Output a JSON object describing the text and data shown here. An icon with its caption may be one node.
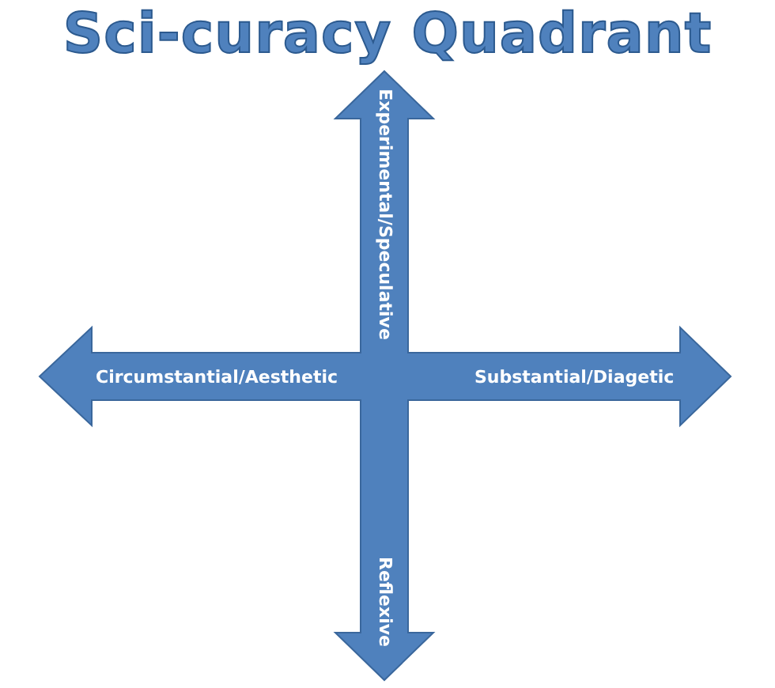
{
  "diagram": {
    "title": "Sci-curacy Quadrant",
    "labels": [
      "Experimental/Speculative",
      "Circumstantial/Aesthetic",
      "Substantial/Diagetic",
      "Reflexive"
    ]
  }
}
